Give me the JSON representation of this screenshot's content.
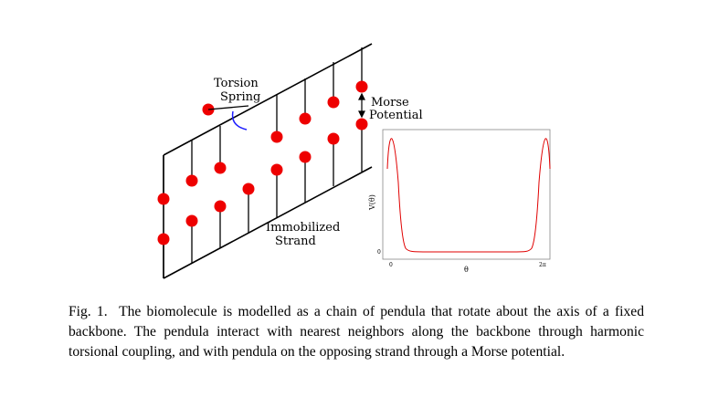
{
  "figure": {
    "labels": {
      "torsion_line1": "Torsion",
      "torsion_line2": "Spring",
      "morse_line1": "Morse",
      "morse_line2": "Potential",
      "strand_line1": "Immobilized",
      "strand_line2": "Strand"
    },
    "inset": {
      "ylabel": "V(θ)",
      "xlabel": "θ",
      "y_tick_0": "0",
      "x_tick_0": "0",
      "x_tick_2pi": "2π",
      "curve_color": "#e00000"
    },
    "colors": {
      "bead": "#ee0000",
      "spring": "#1f1fff",
      "line": "#000000"
    }
  },
  "caption": {
    "prefix": "Fig. 1.",
    "text": "The biomolecule is modelled as a chain of pendula that rotate about the axis of a fixed backbone. The pendula interact with nearest neighbors along the backbone through harmonic torsional coupling, and with pendula on the opposing strand through a Morse potential."
  }
}
